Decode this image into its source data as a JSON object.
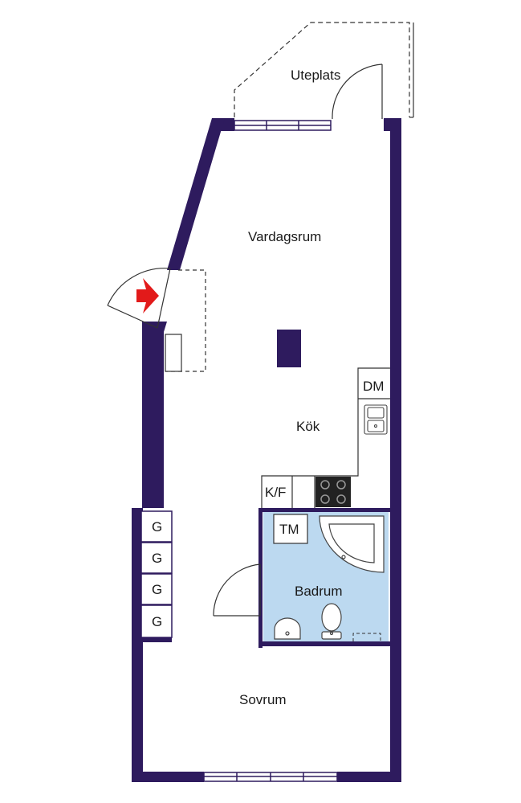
{
  "colors": {
    "wall": "#2e1b5e",
    "bathroom_fill": "#bcd9f0",
    "entry_arrow": "#e21a1a",
    "fixture_line": "#444444"
  },
  "rooms": {
    "uteplats": "Uteplats",
    "vardagsrum": "Vardagsrum",
    "kok": "Kök",
    "badrum": "Badrum",
    "sovrum": "Sovrum"
  },
  "fixtures": {
    "dishwasher": "DM",
    "fridge_freezer": "K/F",
    "washing_machine": "TM",
    "wardrobes": [
      "G",
      "G",
      "G",
      "G"
    ]
  },
  "icons": {
    "entry": "entry-arrow-icon",
    "stove": "stove-icon",
    "sink": "kitchen-sink-icon",
    "bathtub": "bathtub-icon",
    "toilet": "toilet-icon",
    "washbasin": "washbasin-icon"
  }
}
